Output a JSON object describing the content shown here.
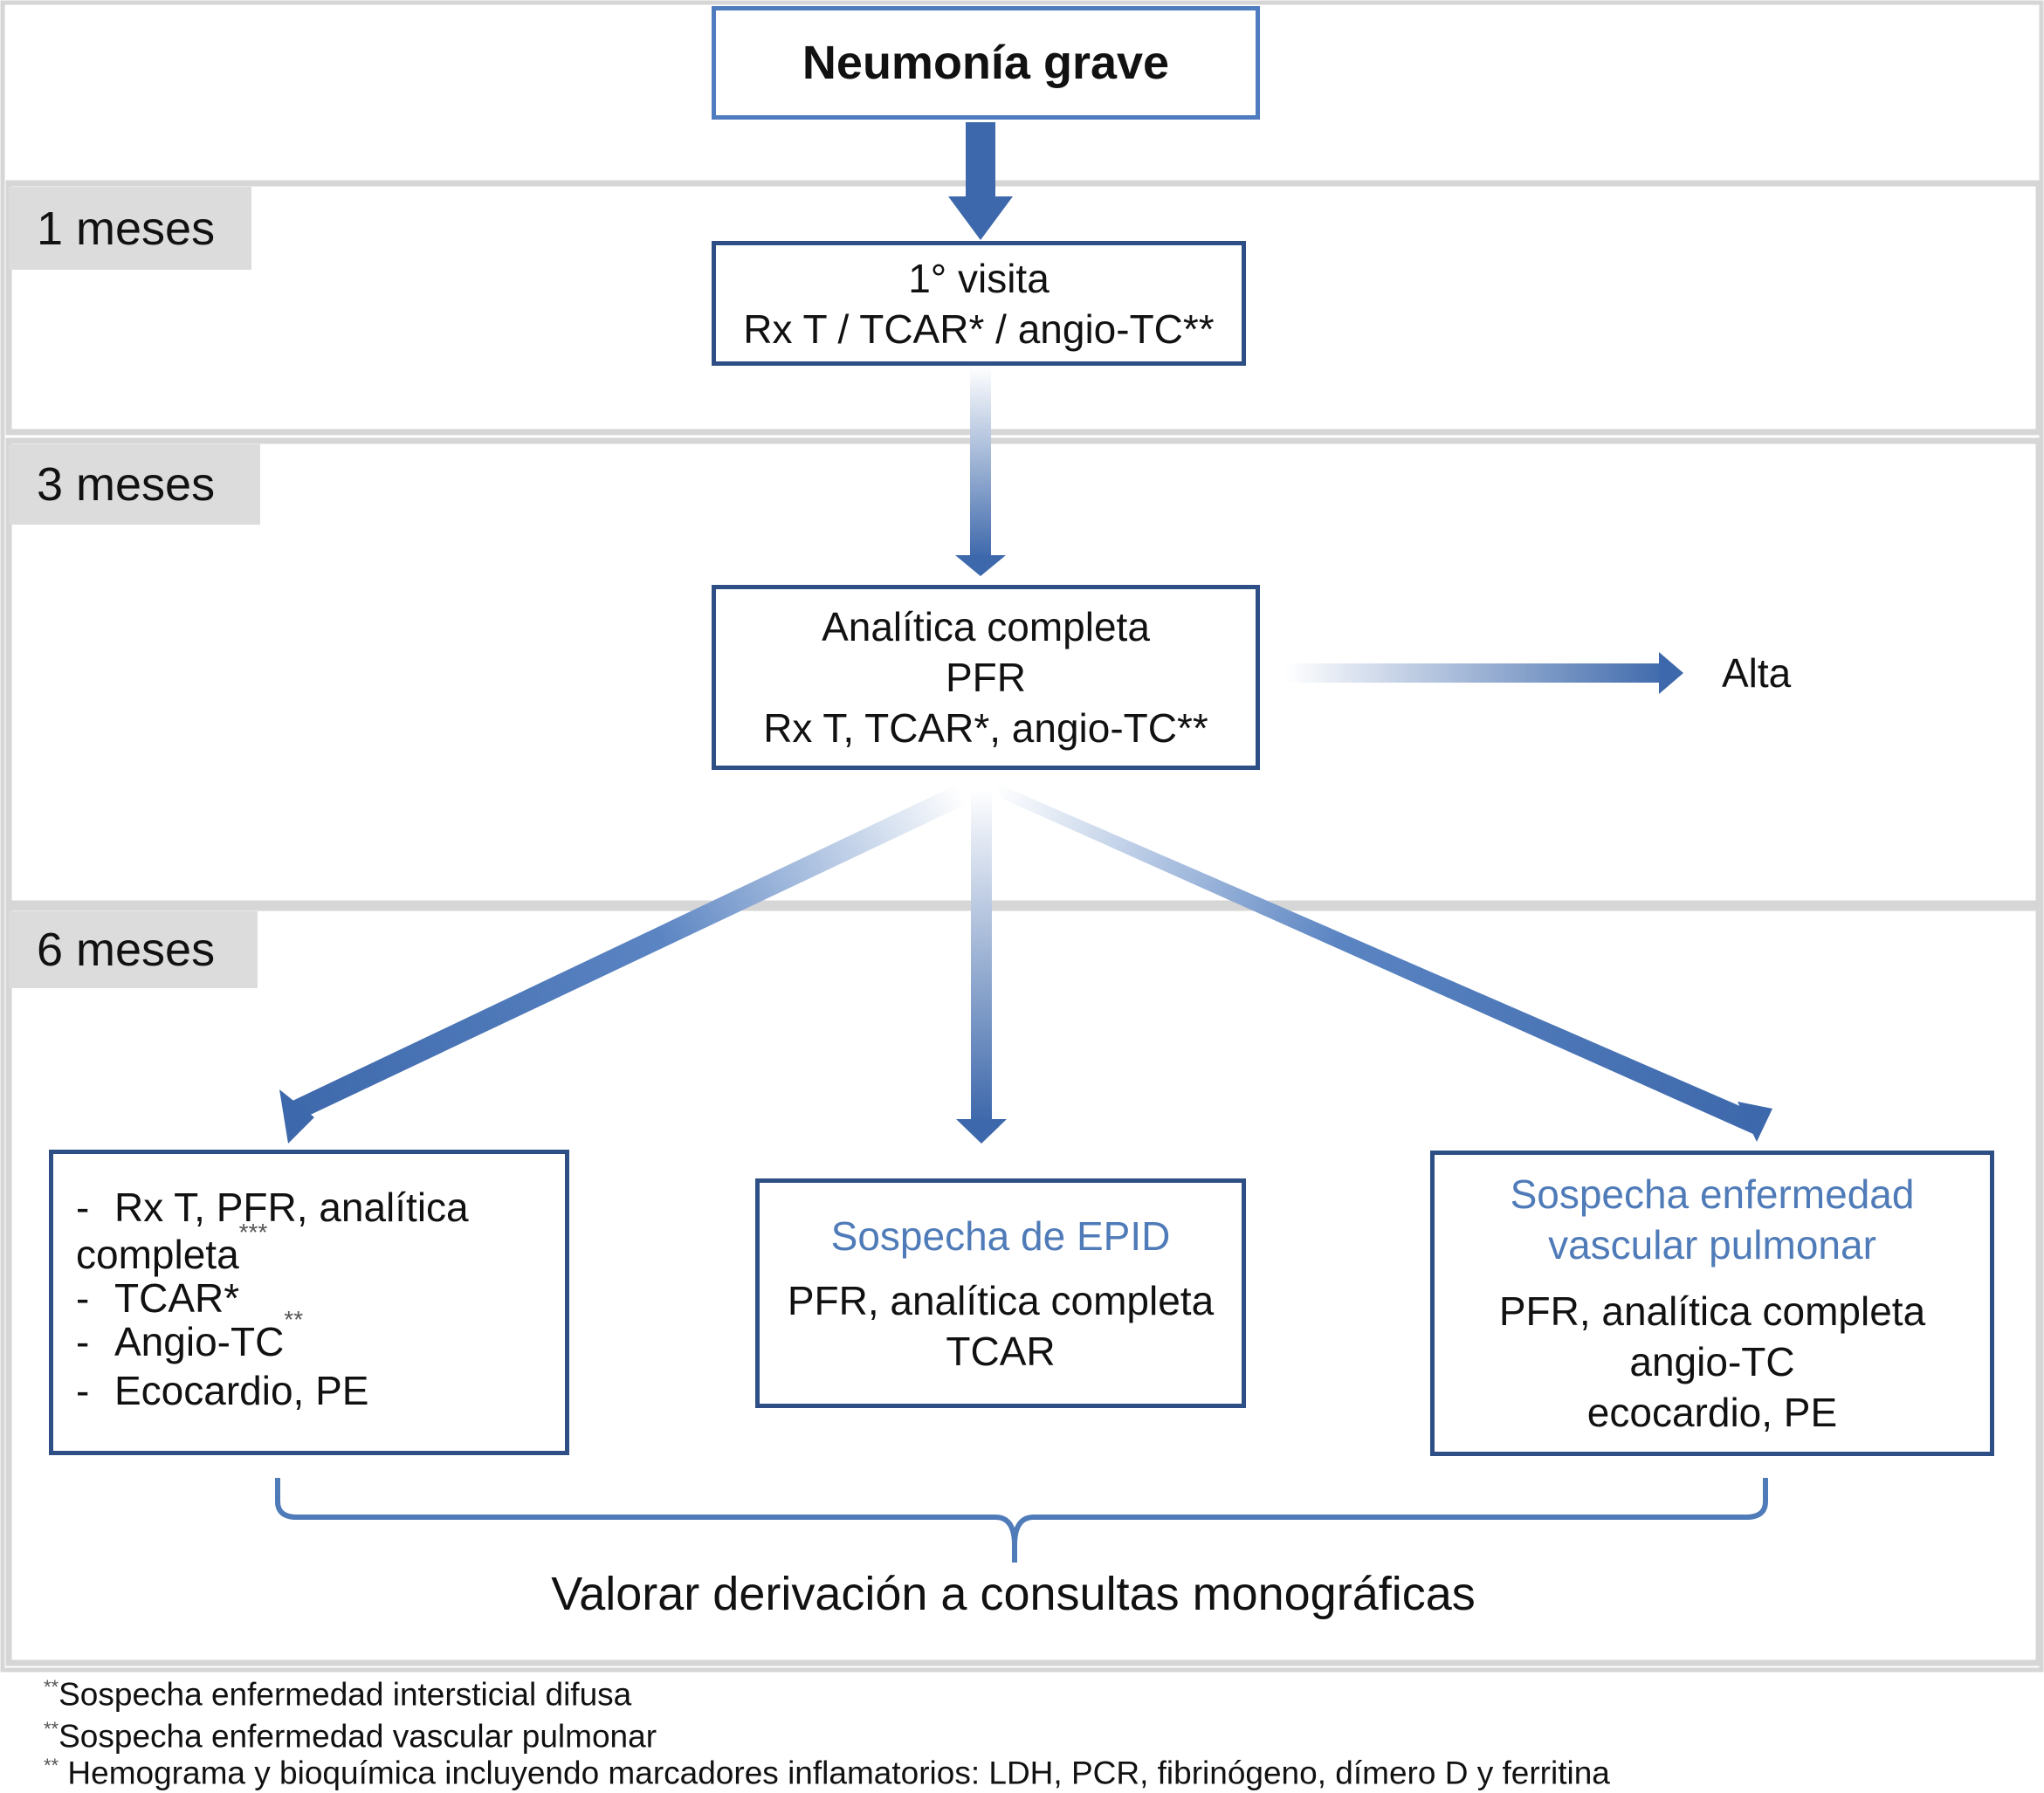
{
  "title": "Neumonía grave",
  "periods": {
    "one": "1 meses",
    "three": "3 meses",
    "six": "6 meses"
  },
  "first_visit": {
    "line1": "1° visita",
    "line2": "Rx T / TCAR* / angio-TC**"
  },
  "three_month_box": {
    "line1": "Analítica completa",
    "line2": "PFR",
    "line3": "Rx T, TCAR*, angio-TC**"
  },
  "discharge_label": "Alta",
  "left_box": {
    "items": [
      {
        "dash": "-",
        "text": "Rx T, PFR, analítica"
      },
      {
        "text": "completa",
        "mark": "***"
      },
      {
        "dash": "-",
        "text": "TCAR*"
      },
      {
        "dash": "-",
        "text": "Angio-TC",
        "mark": "**"
      },
      {
        "dash": "-",
        "text": "Ecocardio, PE"
      }
    ]
  },
  "center_box": {
    "heading": "Sospecha de EPID",
    "line1": "PFR, analítica completa",
    "line2": "TCAR"
  },
  "right_box": {
    "heading1": "Sospecha enfermedad",
    "heading2": "vascular pulmonar",
    "line1": "PFR, analítica completa",
    "line2": "angio-TC",
    "line3": "ecocardio, PE"
  },
  "bottom_label": "Valorar derivación a consultas monográficas",
  "footnotes": [
    {
      "mark": "**",
      "text": "Sospecha enfermedad intersticial difusa"
    },
    {
      "mark": "**",
      "text": "Sospecha enfermedad vascular pulmonar"
    },
    {
      "mark": "**",
      "text": " Hemograma y bioquímica incluyendo marcadores inflamatorios: LDH, PCR, fibrinógeno, dímero D y ferritina"
    }
  ],
  "colors": {
    "arrow": "#3d68ab",
    "box_border": "#2e4f86",
    "title_border": "#4f7bbf",
    "heading_text": "#4f7bb8",
    "band_border": "#d6d6d6",
    "label_bg": "#dcdcdc"
  }
}
